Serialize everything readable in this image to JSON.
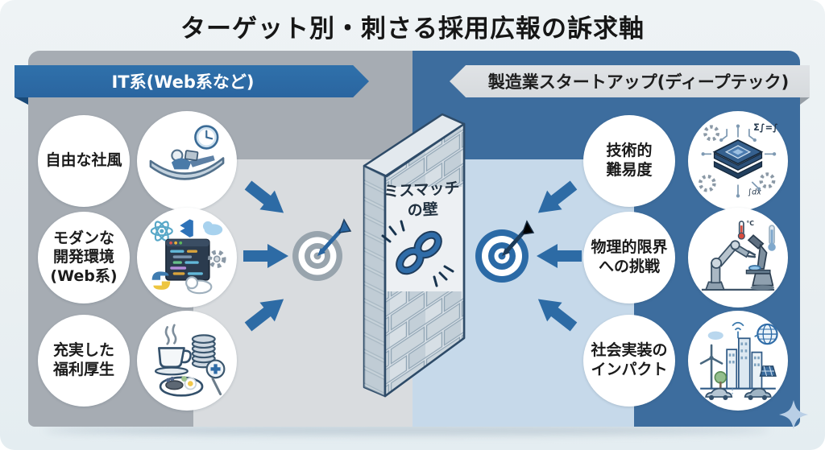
{
  "title": "ターゲット別・刺さる採用広報の訴求軸",
  "left_section": {
    "header": "IT系(Web系など)",
    "items": [
      {
        "text": "自由な社風",
        "lines": [
          "自由な社風"
        ],
        "icon": "hammock-remote-work-illustration"
      },
      {
        "text": "モダンな開発環境(Web系)",
        "lines": [
          "モダンな",
          "開発環境",
          "(Web系)"
        ],
        "icon": "modern-dev-environment-illustration"
      },
      {
        "text": "充実した福利厚生",
        "lines": [
          "充実した",
          "福利厚生"
        ],
        "icon": "welfare-benefits-illustration"
      }
    ]
  },
  "right_section": {
    "header": "製造業スタートアップ(ディープテック)",
    "items": [
      {
        "text": "技術的難易度",
        "lines": [
          "技術的",
          "難易度"
        ],
        "icon": "cpu-deep-tech-illustration"
      },
      {
        "text": "物理的限界への挑戦",
        "lines": [
          "物理的限界",
          "への挑戦"
        ],
        "icon": "robot-arm-microscope-illustration"
      },
      {
        "text": "社会実装のインパクト",
        "lines": [
          "社会実装の",
          "インパクト"
        ],
        "icon": "smart-city-impact-illustration"
      }
    ]
  },
  "wall": {
    "lines": [
      "ミスマッチ",
      "の壁"
    ],
    "icon": "broken-chain-icon"
  },
  "illustration_glyphs": {
    "cpu_formula_top": "Σ∫=∫",
    "cpu_formula_bottom": "∫dx",
    "thermometer_unit": "°C"
  },
  "icons": {
    "left_target": "target-with-dart-icon",
    "right_target": "target-with-dart-icon",
    "arrow": "arrow-icon",
    "sparkle": "sparkle-icon"
  },
  "colors": {
    "accent_blue": "#2d6ba5",
    "panel_gray": "#a6acb3",
    "panel_gray_light": "#d9dcdf",
    "panel_blue": "#3d6d9e",
    "panel_blue_light": "#c6d9ea",
    "banner_blue": "#2c6ca6",
    "banner_gray": "#dde1e4",
    "wall_face": "#edf0f3",
    "chain_blue": "#2f6ca8"
  }
}
